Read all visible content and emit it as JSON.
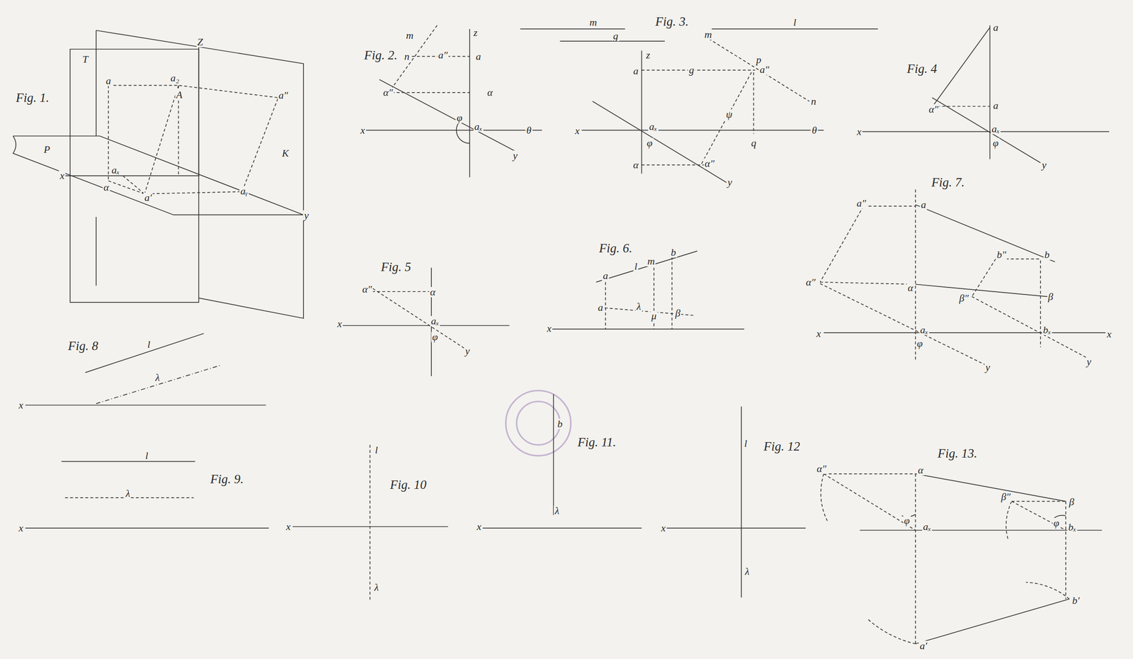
{
  "diagram": {
    "labels": [
      "Fig. 1.",
      "T",
      "Z",
      "a",
      "a₂",
      "A",
      "a″",
      "P",
      "K",
      "x",
      "aₓ",
      "α",
      "a′",
      "aᵧ",
      "y",
      "Fig. 2.",
      "m",
      "z",
      "n",
      "a″",
      "a",
      "α″",
      "α",
      "φ",
      "x",
      "aₓ",
      "θ",
      "y",
      "m",
      "g",
      "Fig. 3.",
      "l",
      "m",
      "z",
      "a",
      "g",
      "p",
      "a″",
      "n",
      "ψ",
      "x",
      "aₓ",
      "θ",
      "φ",
      "q",
      "α",
      "α″",
      "y",
      "a",
      "Fig. 4",
      "α″",
      "a",
      "x",
      "aₓ",
      "φ",
      "y",
      "Fig. 5",
      "α″",
      "α",
      "x",
      "aₓ",
      "φ",
      "y",
      "Fig. 6.",
      "l",
      "m",
      "b",
      "a",
      "a",
      "λ",
      "μ",
      "β",
      "x",
      "Fig. 7.",
      "a″",
      "a",
      "b″",
      "b",
      "α″",
      "α",
      "β″",
      "β",
      "x",
      "aₓ",
      "bₓ",
      "x",
      "φ",
      "y",
      "y",
      "Fig. 8",
      "l",
      "λ",
      "x",
      "l",
      "λ",
      "Fig. 9.",
      "x",
      "l",
      "Fig. 10",
      "x",
      "λ",
      "b",
      "Fig. 11.",
      "λ",
      "x",
      "l",
      "Fig. 12",
      "x",
      "λ",
      "Fig. 13.",
      "α″",
      "α",
      "β″",
      "β",
      "φ",
      "aₓ",
      "φ",
      "bₓ",
      "b′",
      "a′"
    ]
  }
}
